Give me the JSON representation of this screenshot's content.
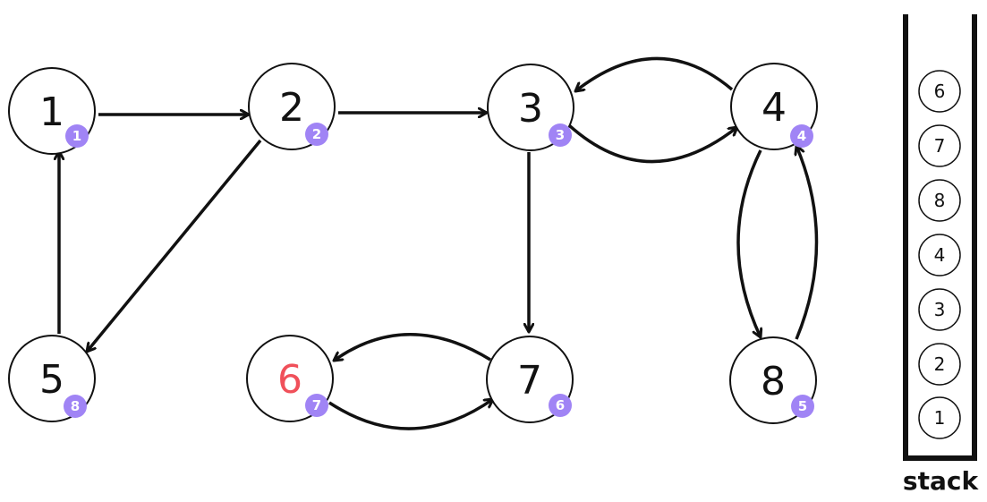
{
  "nodes": [
    {
      "id": "1",
      "label": "1",
      "order": "1"
    },
    {
      "id": "2",
      "label": "2",
      "order": "2"
    },
    {
      "id": "3",
      "label": "3",
      "order": "3"
    },
    {
      "id": "4",
      "label": "4",
      "order": "4"
    },
    {
      "id": "5",
      "label": "5",
      "order": "8"
    },
    {
      "id": "6",
      "label": "6",
      "order": "7",
      "highlight": true
    },
    {
      "id": "7",
      "label": "7",
      "order": "6"
    },
    {
      "id": "8",
      "label": "8",
      "order": "5"
    }
  ],
  "edges": [
    {
      "from": "1",
      "to": "2"
    },
    {
      "from": "2",
      "to": "3"
    },
    {
      "from": "2",
      "to": "5"
    },
    {
      "from": "5",
      "to": "1"
    },
    {
      "from": "3",
      "to": "7"
    },
    {
      "from": "3",
      "to": "4"
    },
    {
      "from": "4",
      "to": "3"
    },
    {
      "from": "4",
      "to": "8"
    },
    {
      "from": "8",
      "to": "4"
    },
    {
      "from": "7",
      "to": "6"
    },
    {
      "from": "6",
      "to": "7"
    }
  ],
  "stack": {
    "label": "stack",
    "items_top_to_bottom": [
      "6",
      "7",
      "8",
      "4",
      "3",
      "2",
      "1"
    ]
  },
  "colors": {
    "line": "#111111",
    "badge": "#a084f5",
    "highlight": "#f0505a"
  }
}
